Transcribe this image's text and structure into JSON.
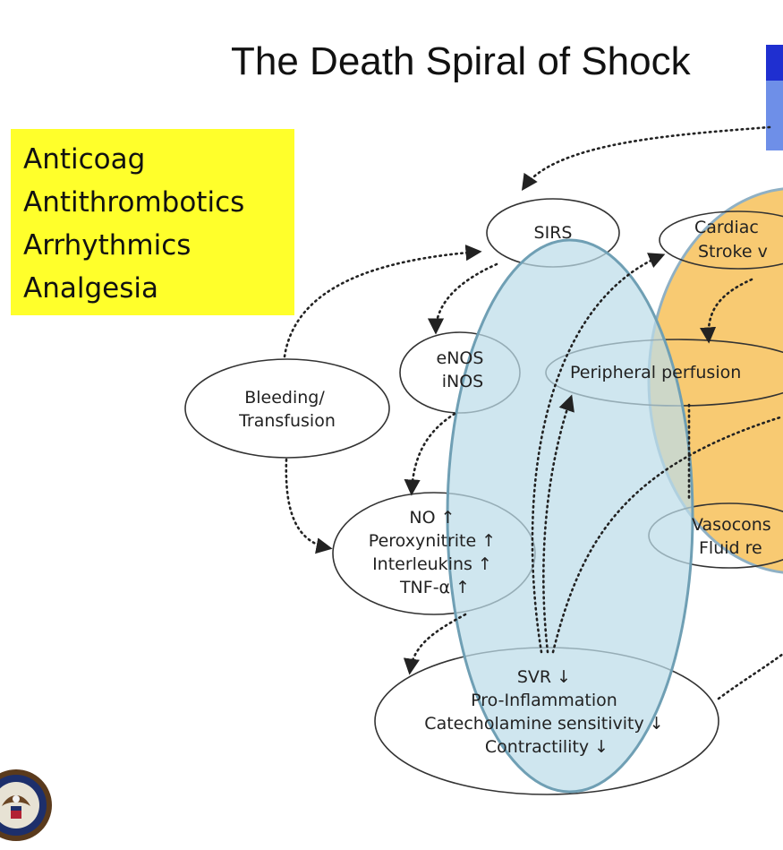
{
  "title": "The Death Spiral of Shock",
  "sidebar_note": {
    "lines": [
      "Anticoag",
      "Antithrombotics",
      "Arrhythmics",
      "Analgesia"
    ]
  },
  "nodes": {
    "sirs": [
      "SIRS"
    ],
    "cardiac": [
      "Cardiac",
      "Stroke v"
    ],
    "enos": [
      "eNOS",
      "iNOS"
    ],
    "peripheral": [
      "Peripheral perfusion"
    ],
    "bleeding": [
      "Bleeding/",
      "Transfusion"
    ],
    "no": [
      "NO ↑",
      "Peroxynitrite ↑",
      "Interleukins ↑",
      "TNF-α ↑"
    ],
    "vasocons": [
      "Vasocons",
      "Fluid re"
    ],
    "svr": [
      "SVR ↓",
      "Pro-Inflammation",
      "Catecholamine sensitivity ↓",
      "Contractility ↓"
    ]
  },
  "colors": {
    "note_bg": "#ffff2b",
    "blue_region": "#bcdce9",
    "orange_region": "#f7c463",
    "header_dark": "#1f2fd0",
    "header_light": "#6e8fe8"
  },
  "icons": [
    "va-seal-icon"
  ]
}
